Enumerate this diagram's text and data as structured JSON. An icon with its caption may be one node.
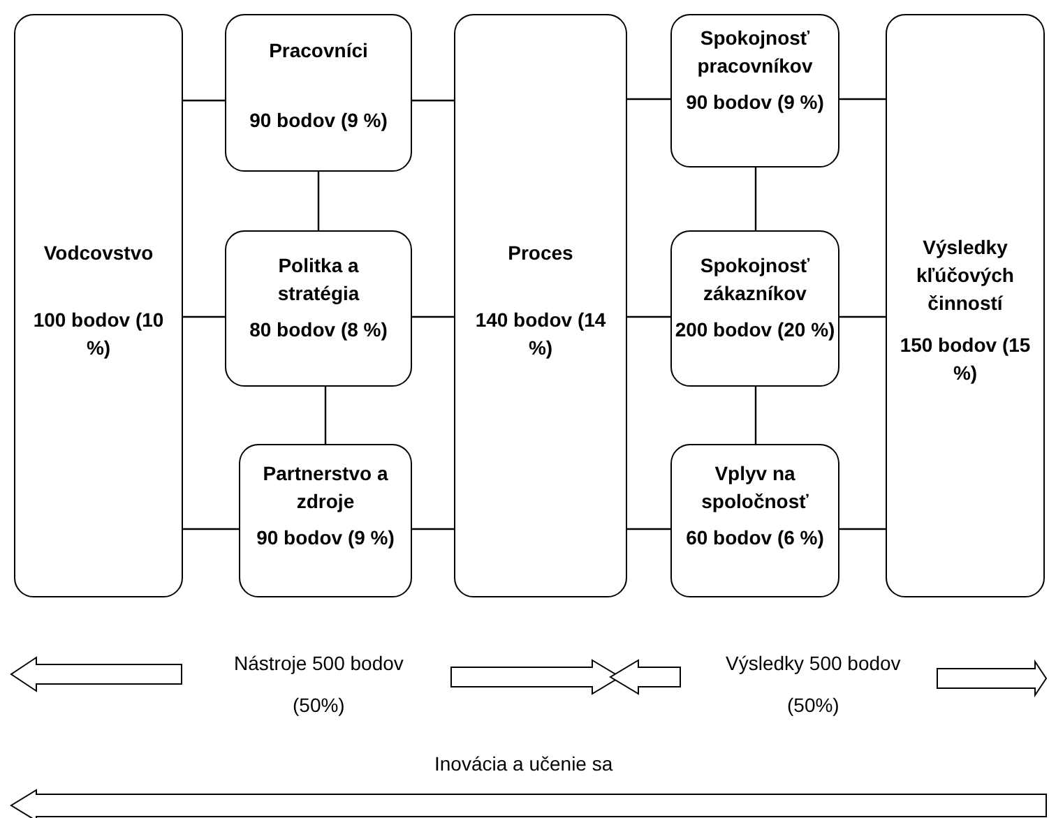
{
  "diagram": {
    "nodes": [
      {
        "text": [
          "Vodcovstvo",
          "100 bodov (10 %)"
        ]
      },
      {
        "text": [
          "Pracovníci",
          "90 bodov (9 %)"
        ]
      },
      {
        "text": [
          "Politka a stratégia",
          "80 bodov (8 %)"
        ]
      },
      {
        "text": [
          "Partnerstvo a zdroje",
          "90 bodov (9 %)"
        ]
      },
      {
        "text": [
          "Proces",
          "140 bodov (14 %)"
        ]
      },
      {
        "text": [
          "Spokojnosť pracovníkov",
          "90 bodov (9 %)"
        ]
      },
      {
        "text": [
          "Spokojnosť zákazníkov",
          "200 bodov (20 %)"
        ]
      },
      {
        "text": [
          "Vplyv na spoločnosť",
          "60 bodov (6 %)"
        ]
      },
      {
        "text": [
          "Výsledky kľúčových činností",
          "150 bodov (15 %)"
        ]
      }
    ],
    "edges": [
      {
        "from": 0,
        "to": 1,
        "arrow": "none"
      },
      {
        "from": 0,
        "to": 2,
        "arrow": "none"
      },
      {
        "from": 0,
        "to": 3,
        "arrow": "none"
      },
      {
        "from": 1,
        "to": 2,
        "arrow": "none"
      },
      {
        "from": 2,
        "to": 3,
        "arrow": "none"
      },
      {
        "from": 1,
        "to": 4,
        "arrow": "none"
      },
      {
        "from": 2,
        "to": 4,
        "arrow": "none"
      },
      {
        "from": 3,
        "to": 4,
        "arrow": "none"
      },
      {
        "from": 4,
        "to": 5,
        "arrow": "none"
      },
      {
        "from": 4,
        "to": 6,
        "arrow": "none"
      },
      {
        "from": 4,
        "to": 7,
        "arrow": "none"
      },
      {
        "from": 5,
        "to": 6,
        "arrow": "none"
      },
      {
        "from": 6,
        "to": 7,
        "arrow": "none"
      },
      {
        "from": 5,
        "to": 8,
        "arrow": "none"
      },
      {
        "from": 6,
        "to": 8,
        "arrow": "none"
      },
      {
        "from": 7,
        "to": 8,
        "arrow": "none"
      }
    ],
    "labels": [
      "Nástroje 500 bodov",
      "(50%)",
      "Výsledky 500 bodov",
      "(50%)",
      "Inovácia a učenie sa"
    ]
  }
}
